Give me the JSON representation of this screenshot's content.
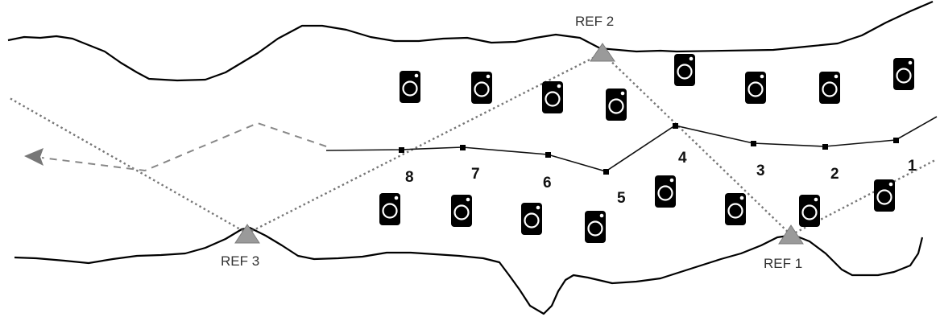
{
  "references": [
    {
      "id": "ref-1",
      "label": "REF 1"
    },
    {
      "id": "ref-2",
      "label": "REF 2"
    },
    {
      "id": "ref-3",
      "label": "REF 3"
    }
  ],
  "points": [
    {
      "id": "p1",
      "label": "1"
    },
    {
      "id": "p2",
      "label": "2"
    },
    {
      "id": "p3",
      "label": "3"
    },
    {
      "id": "p4",
      "label": "4"
    },
    {
      "id": "p5",
      "label": "5"
    },
    {
      "id": "p6",
      "label": "6"
    },
    {
      "id": "p7",
      "label": "7"
    },
    {
      "id": "p8",
      "label": "8"
    }
  ],
  "camera_count": 16,
  "icons": {
    "camera": "camera-icon",
    "reference": "triangle-marker-icon",
    "direction": "arrowhead-icon"
  },
  "colors": {
    "line": "#000000",
    "sightline": "#777777",
    "marker": "#9a9a9a"
  }
}
